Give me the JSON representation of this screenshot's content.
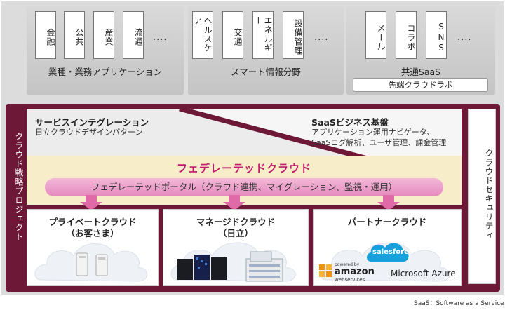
{
  "top_groups": {
    "industry": {
      "cards": [
        "金融",
        "公共",
        "産業",
        "流通"
      ],
      "dots": "....",
      "label": "業種・業務アプリケーション"
    },
    "smart": {
      "cards": [
        "ヘルスケア",
        "交通",
        "エネルギー",
        "設備管理"
      ],
      "dots": "....",
      "label": "スマート情報分野"
    },
    "common": {
      "cards": [
        "メール",
        "コラボ",
        "SNS"
      ],
      "dots": "....",
      "label": "共通SaaS",
      "lab_button": "先端クラウドラボ"
    }
  },
  "frame": {
    "left_label": "クラウド戦略プロジェクト",
    "right_label": "クラウドセキュリティ",
    "service_integration": {
      "title": "サービスインテグレーション",
      "subtitle": "日立クラウドデザインパターン"
    },
    "saas_business": {
      "title": "SaaSビジネス基盤",
      "line1": "アプリケーション運用ナビゲータ、",
      "line2": "SaaSログ解析、ユーザ管理、課金管理"
    },
    "federated_cloud": "フェデレーテッドクラウド",
    "federated_portal": "フェデレーテッドポータル（クラウド連携、マイグレーション、監視・運用）",
    "clouds": [
      {
        "title": "プライベートクラウド",
        "subtitle": "（お客さま）"
      },
      {
        "title": "マネージドクラウド",
        "subtitle": "（日立）"
      },
      {
        "title": "パートナークラウド",
        "subtitle": ""
      }
    ],
    "partners": {
      "salesforce": "salesforce",
      "amazon_powered": "powered by",
      "amazon": "amazon",
      "amazon_sub": "webservices",
      "microsoft": "Microsoft Azure"
    }
  },
  "footnote": "SaaS：Software as a Service",
  "colors": {
    "frame": "#6e1838",
    "federated_title": "#c01b6e",
    "portal": "#ec9bc8",
    "arrow": "#e06aa8",
    "band": "#f7eec9"
  }
}
